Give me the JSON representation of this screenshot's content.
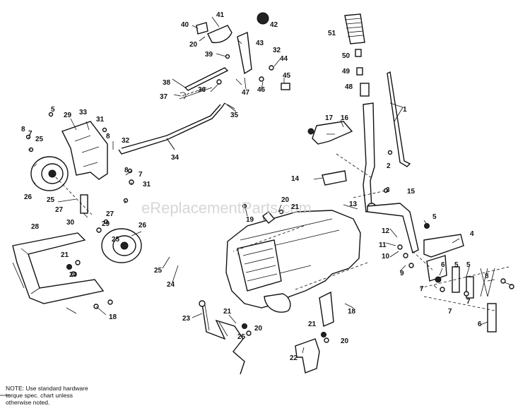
{
  "watermark": "eReplacementParts.com",
  "note": {
    "line1": "NOTE: Use standard hardware",
    "line2": "torque spec. chart unless",
    "line3": "otherwise noted."
  },
  "callouts": [
    {
      "id": "c1",
      "text": "1"
    },
    {
      "id": "c2",
      "text": "2"
    },
    {
      "id": "c3",
      "text": "3"
    },
    {
      "id": "c4",
      "text": "4"
    },
    {
      "id": "c5a",
      "text": "5"
    },
    {
      "id": "c5b",
      "text": "5"
    },
    {
      "id": "c5c",
      "text": "5"
    },
    {
      "id": "c5d",
      "text": "5"
    },
    {
      "id": "c6a",
      "text": "6"
    },
    {
      "id": "c6b",
      "text": "6"
    },
    {
      "id": "c7a",
      "text": "7"
    },
    {
      "id": "c7b",
      "text": "7"
    },
    {
      "id": "c7c",
      "text": "7"
    },
    {
      "id": "c7d",
      "text": "7"
    },
    {
      "id": "c7e",
      "text": "7"
    },
    {
      "id": "c8a",
      "text": "8"
    },
    {
      "id": "c8b",
      "text": "8"
    },
    {
      "id": "c8c",
      "text": "8"
    },
    {
      "id": "c8d",
      "text": "8"
    },
    {
      "id": "c9",
      "text": "9"
    },
    {
      "id": "c10",
      "text": "10"
    },
    {
      "id": "c11",
      "text": "11"
    },
    {
      "id": "c12",
      "text": "12"
    },
    {
      "id": "c13",
      "text": "13"
    },
    {
      "id": "c14",
      "text": "14"
    },
    {
      "id": "c15",
      "text": "15"
    },
    {
      "id": "c16",
      "text": "16"
    },
    {
      "id": "c17",
      "text": "17"
    },
    {
      "id": "c18a",
      "text": "18"
    },
    {
      "id": "c18b",
      "text": "18"
    },
    {
      "id": "c19",
      "text": "19"
    },
    {
      "id": "c20a",
      "text": "20"
    },
    {
      "id": "c20b",
      "text": "20"
    },
    {
      "id": "c20c",
      "text": "20"
    },
    {
      "id": "c20d",
      "text": "20"
    },
    {
      "id": "c20e",
      "text": "20"
    },
    {
      "id": "c21a",
      "text": "21"
    },
    {
      "id": "c21b",
      "text": "21"
    },
    {
      "id": "c21c",
      "text": "21"
    },
    {
      "id": "c21d",
      "text": "21"
    },
    {
      "id": "c22",
      "text": "22"
    },
    {
      "id": "c23",
      "text": "23"
    },
    {
      "id": "c24",
      "text": "24"
    },
    {
      "id": "c25a",
      "text": "25"
    },
    {
      "id": "c25b",
      "text": "25"
    },
    {
      "id": "c25c",
      "text": "25"
    },
    {
      "id": "c25d",
      "text": "25"
    },
    {
      "id": "c25e",
      "text": "25"
    },
    {
      "id": "c26a",
      "text": "26"
    },
    {
      "id": "c26b",
      "text": "26"
    },
    {
      "id": "c27a",
      "text": "27"
    },
    {
      "id": "c27b",
      "text": "27"
    },
    {
      "id": "c28",
      "text": "28"
    },
    {
      "id": "c29a",
      "text": "29"
    },
    {
      "id": "c29b",
      "text": "29"
    },
    {
      "id": "c30",
      "text": "30"
    },
    {
      "id": "c31a",
      "text": "31"
    },
    {
      "id": "c31b",
      "text": "31"
    },
    {
      "id": "c32a",
      "text": "32"
    },
    {
      "id": "c32b",
      "text": "32"
    },
    {
      "id": "c33",
      "text": "33"
    },
    {
      "id": "c34",
      "text": "34"
    },
    {
      "id": "c35",
      "text": "35"
    },
    {
      "id": "c36",
      "text": "36"
    },
    {
      "id": "c37",
      "text": "37"
    },
    {
      "id": "c38",
      "text": "38"
    },
    {
      "id": "c39",
      "text": "39"
    },
    {
      "id": "c40",
      "text": "40"
    },
    {
      "id": "c41",
      "text": "41"
    },
    {
      "id": "c42",
      "text": "42"
    },
    {
      "id": "c43",
      "text": "43"
    },
    {
      "id": "c44",
      "text": "44"
    },
    {
      "id": "c45",
      "text": "45"
    },
    {
      "id": "c46",
      "text": "46"
    },
    {
      "id": "c47",
      "text": "47"
    },
    {
      "id": "c48",
      "text": "48"
    },
    {
      "id": "c49",
      "text": "49"
    },
    {
      "id": "c50",
      "text": "50"
    },
    {
      "id": "c51",
      "text": "51"
    }
  ]
}
